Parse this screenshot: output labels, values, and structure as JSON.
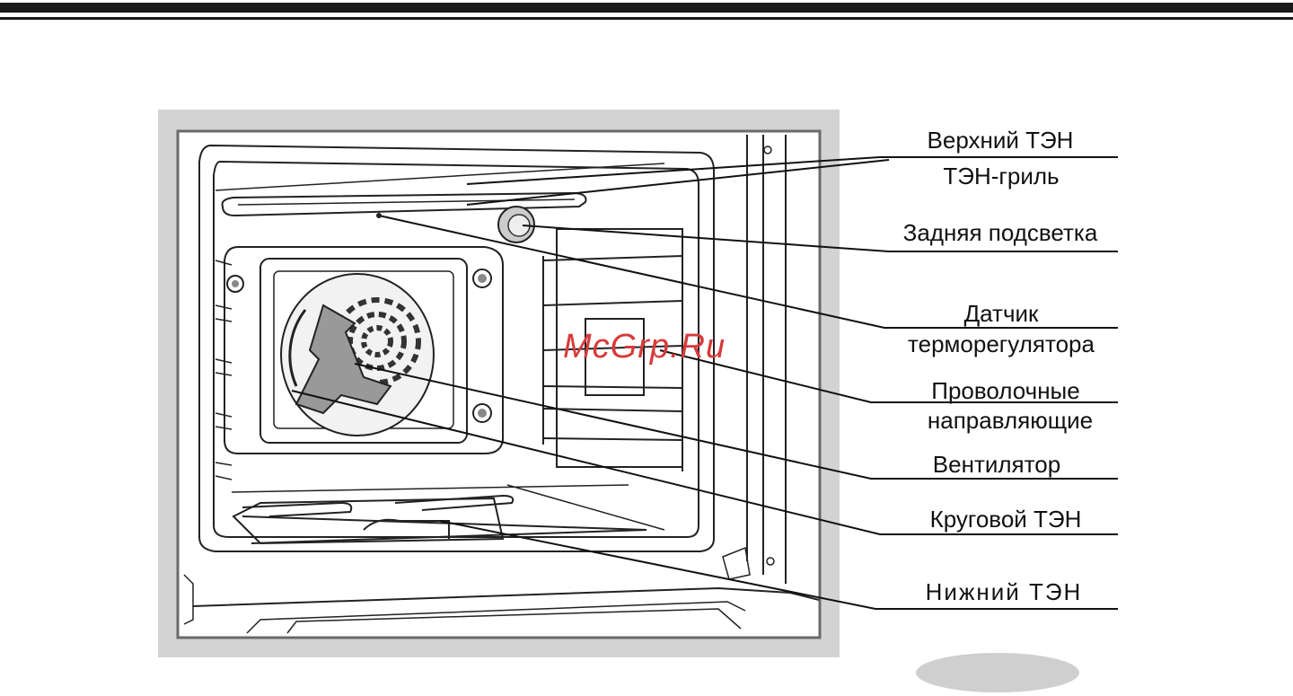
{
  "labels": {
    "upper_heater": "Верхний ТЭН",
    "grill_heater": "ТЭН-гриль",
    "rear_light": "Задняя подсветка",
    "thermostat_sensor_1": "Датчик",
    "thermostat_sensor_2": "терморегулятора",
    "wire_guides_1": "Проволочные",
    "wire_guides_2": "направляющие",
    "fan": "Вентилятор",
    "circular_heater": "Круговой ТЭН",
    "lower_heater": "Нижний ТЭН"
  },
  "watermark": "McGrp.Ru",
  "colors": {
    "frame_gray": "#d3d3d3",
    "line_dark": "#1a1a1a",
    "watermark_red": "#d83a3a"
  }
}
